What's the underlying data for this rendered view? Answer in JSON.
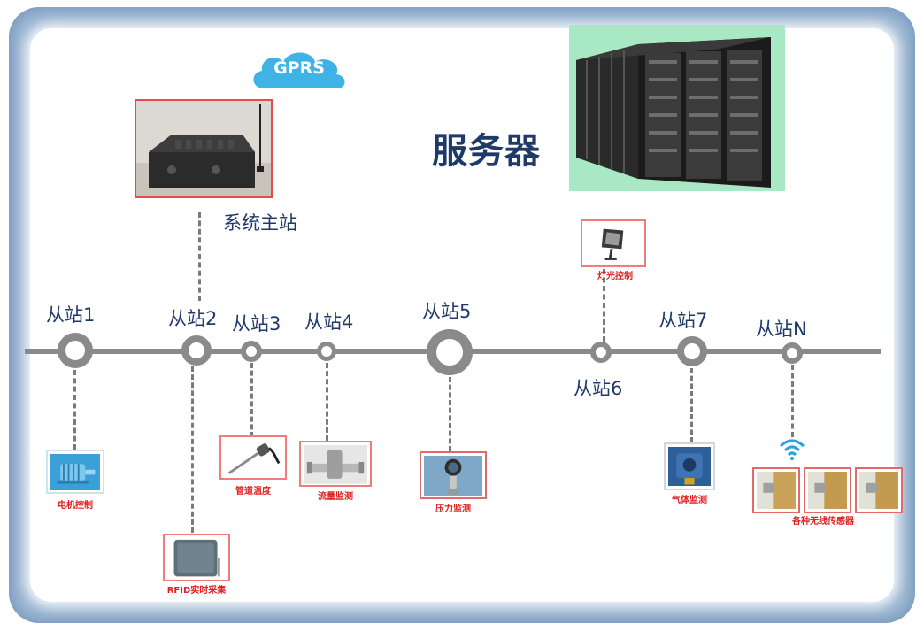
{
  "cloud": {
    "text": "GPRS"
  },
  "server": {
    "label": "服务器"
  },
  "master": {
    "label": "系统主站"
  },
  "stations": [
    {
      "label": "从站1"
    },
    {
      "label": "从站2"
    },
    {
      "label": "从站3"
    },
    {
      "label": "从站4"
    },
    {
      "label": "从站5"
    },
    {
      "label": "从站6"
    },
    {
      "label": "从站7"
    },
    {
      "label": "从站N"
    }
  ],
  "devices": {
    "motor": "电机控制",
    "rfid": "RFID实时采集",
    "pipe_temp": "管道温度",
    "flow": "流量监测",
    "pressure": "压力监测",
    "light": "灯光控制",
    "gas": "气体监测",
    "wireless": "各种无线传感器"
  },
  "colors": {
    "frame": "#9cb7d3",
    "text": "#1f3a68",
    "bus": "#8a8a8a",
    "caption": "#e02020",
    "device_border": "#f07c7c",
    "server_panel": "#a8e8c4",
    "cloud": "#3fb2e6",
    "wifi": "#29a3d8"
  }
}
